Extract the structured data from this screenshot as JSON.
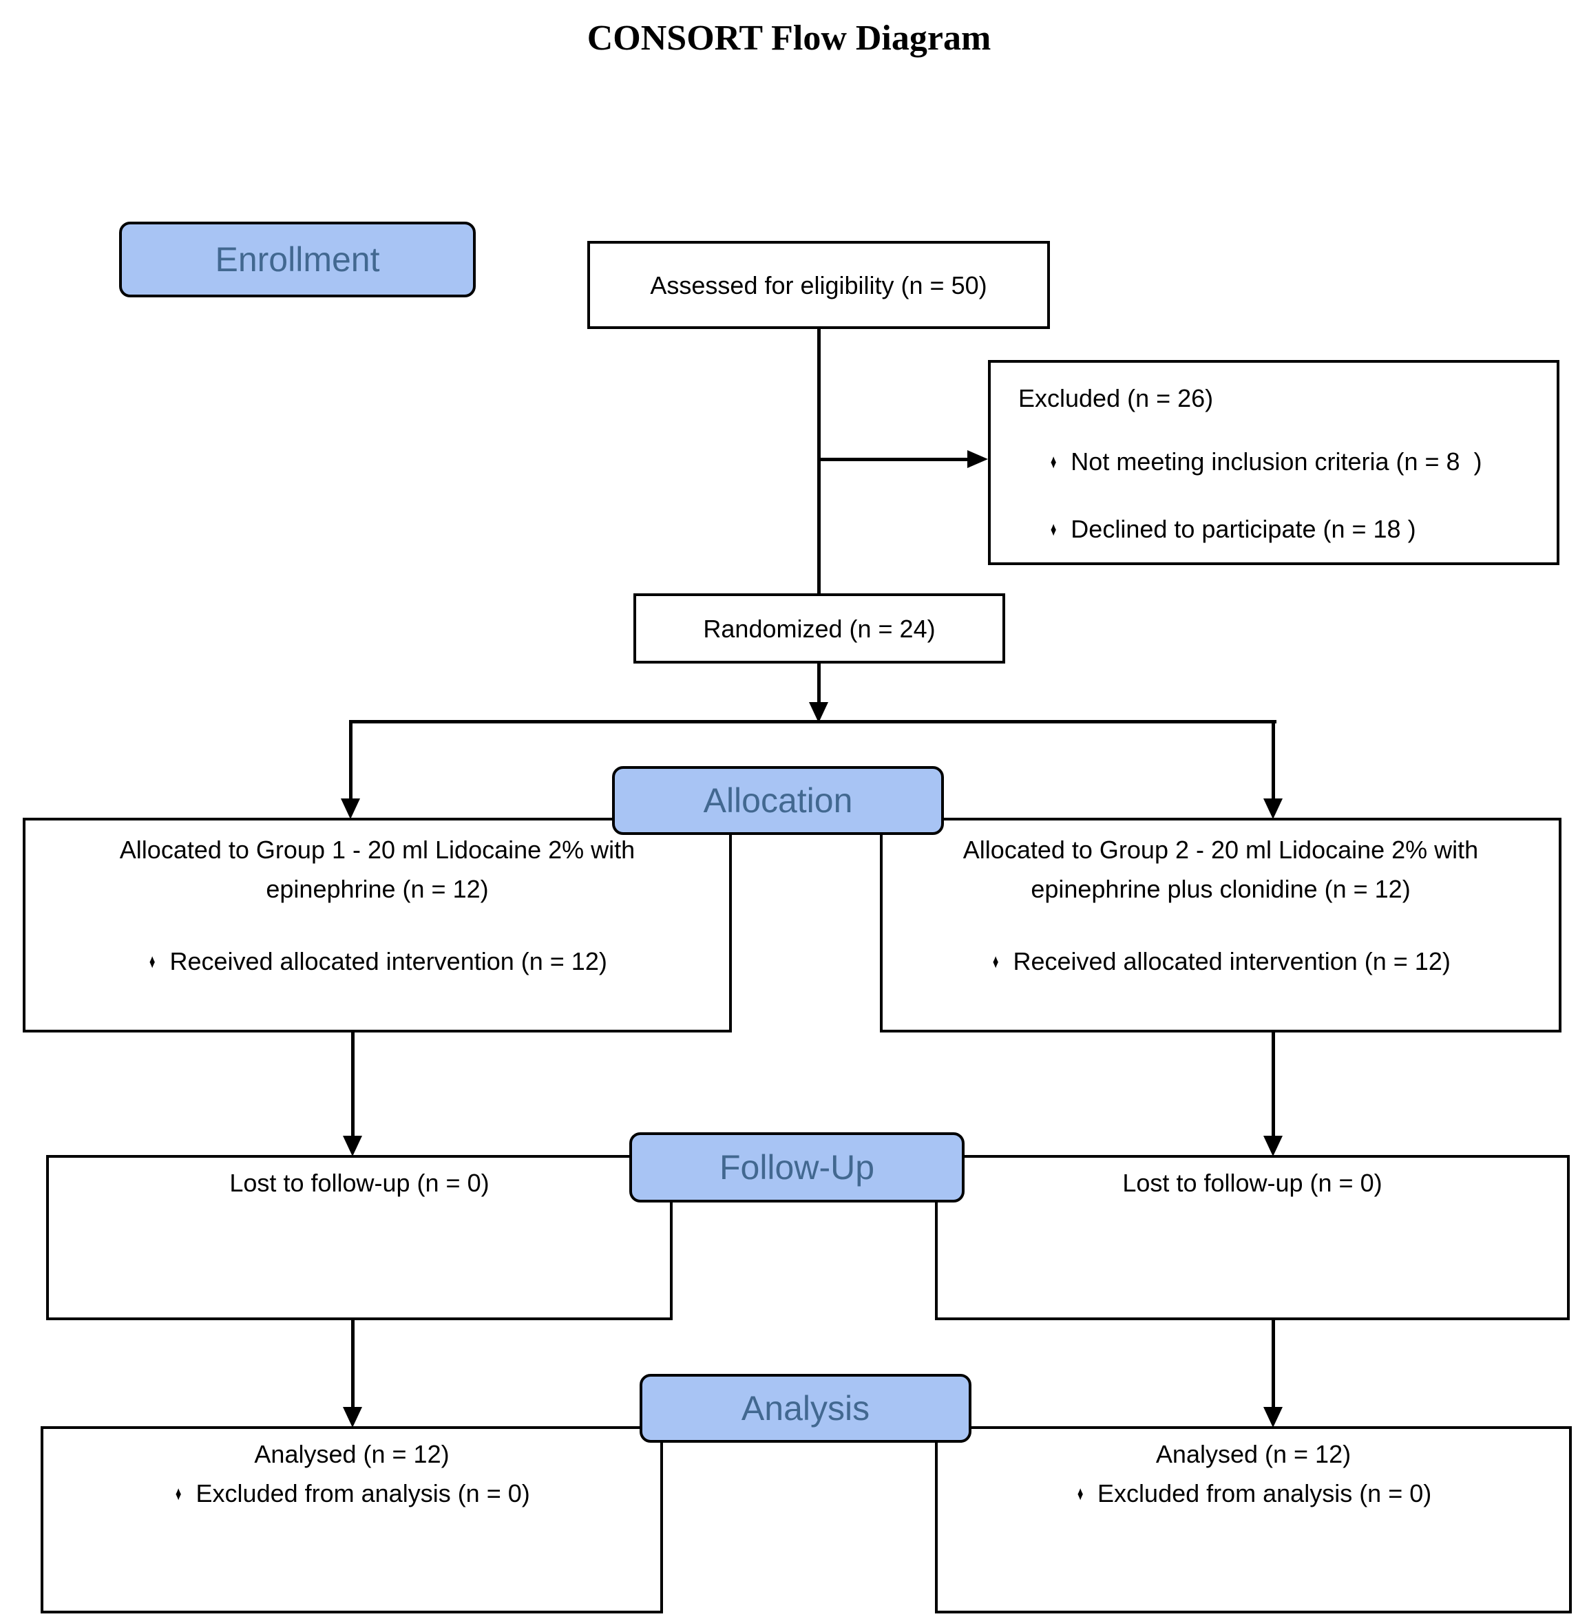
{
  "title": "CONSORT Flow Diagram",
  "bullet_glyph": "♦",
  "colors": {
    "stage_fill": "#a8c4f4",
    "stage_text": "#426890",
    "box_border": "#000000",
    "background": "#ffffff"
  },
  "stages": {
    "enrollment": "Enrollment",
    "allocation": "Allocation",
    "followup": "Follow-Up",
    "analysis": "Analysis"
  },
  "boxes": {
    "assessed": {
      "text": "Assessed for eligibility (n = 50)"
    },
    "excluded": {
      "title": "Excluded (n = 26)",
      "items": [
        "Not meeting inclusion criteria (n = 8  )",
        "Declined to participate (n = 18 )"
      ]
    },
    "randomized": {
      "text": "Randomized (n = 24)"
    },
    "group1": {
      "title_lines": [
        "Allocated to Group 1 - 20 ml Lidocaine 2% with",
        "epinephrine (n = 12)"
      ],
      "items": [
        "Received allocated intervention (n = 12)"
      ]
    },
    "group2": {
      "title_lines": [
        "Allocated to Group 2 - 20 ml Lidocaine 2% with",
        "epinephrine plus clonidine (n = 12)"
      ],
      "items": [
        "Received allocated intervention (n = 12)"
      ]
    },
    "followup_left": {
      "text": "Lost to follow-up (n = 0)"
    },
    "followup_right": {
      "text": "Lost to follow-up (n = 0)"
    },
    "analysed_left": {
      "title": "Analysed (n = 12)",
      "items": [
        "Excluded from analysis (n = 0)"
      ]
    },
    "analysed_right": {
      "title": "Analysed (n = 12)",
      "items": [
        "Excluded from analysis (n = 0)"
      ]
    }
  }
}
